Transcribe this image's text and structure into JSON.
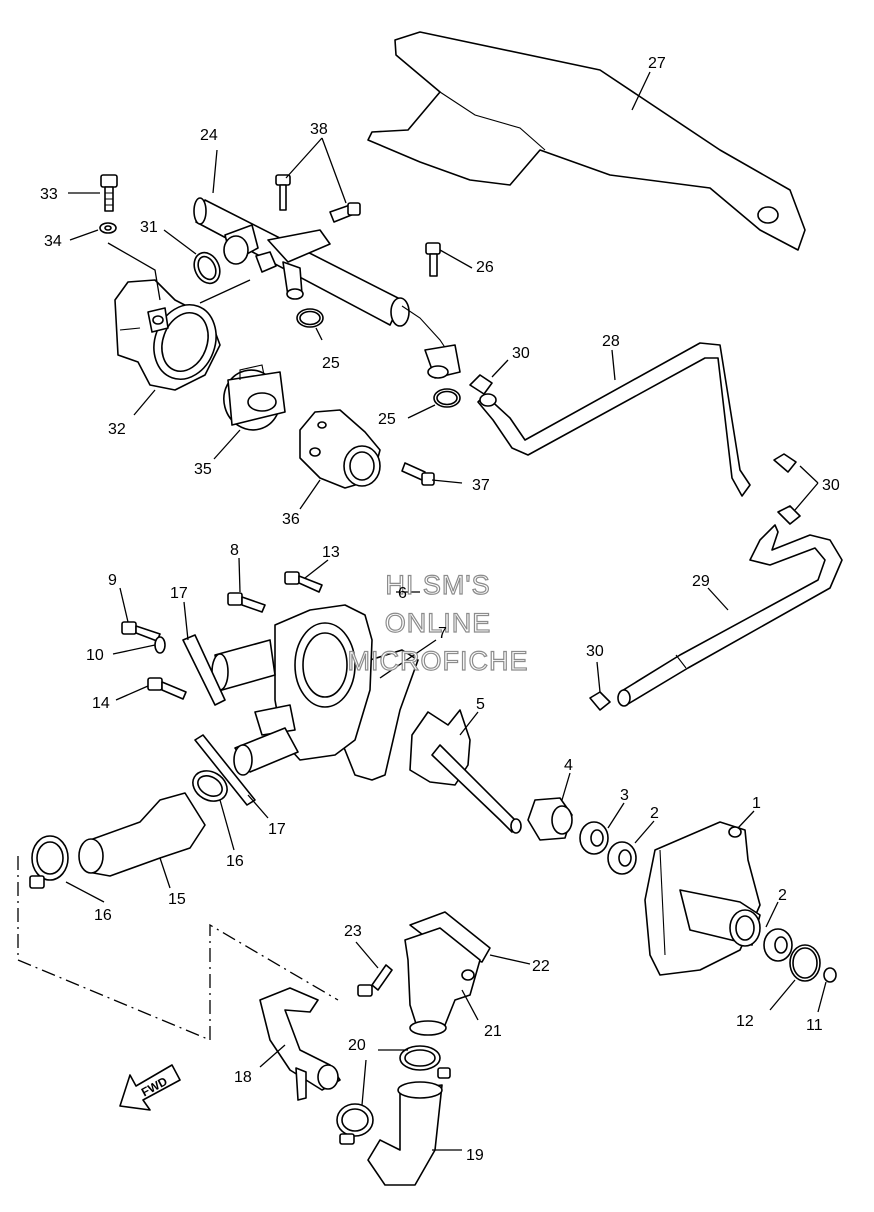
{
  "watermark": {
    "line1": "HI SM'S",
    "line2": "ONLINE",
    "line3": "MICROFICHE"
  },
  "direction_label": "FWD",
  "callouts": [
    "1",
    "2",
    "2",
    "3",
    "4",
    "5",
    "6",
    "7",
    "8",
    "9",
    "10",
    "11",
    "12",
    "13",
    "14",
    "15",
    "16",
    "16",
    "17",
    "17",
    "18",
    "19",
    "20",
    "21",
    "22",
    "23",
    "24",
    "25",
    "25",
    "26",
    "27",
    "28",
    "29",
    "30",
    "30",
    "30",
    "31",
    "32",
    "33",
    "34",
    "35",
    "36",
    "37",
    "38"
  ]
}
